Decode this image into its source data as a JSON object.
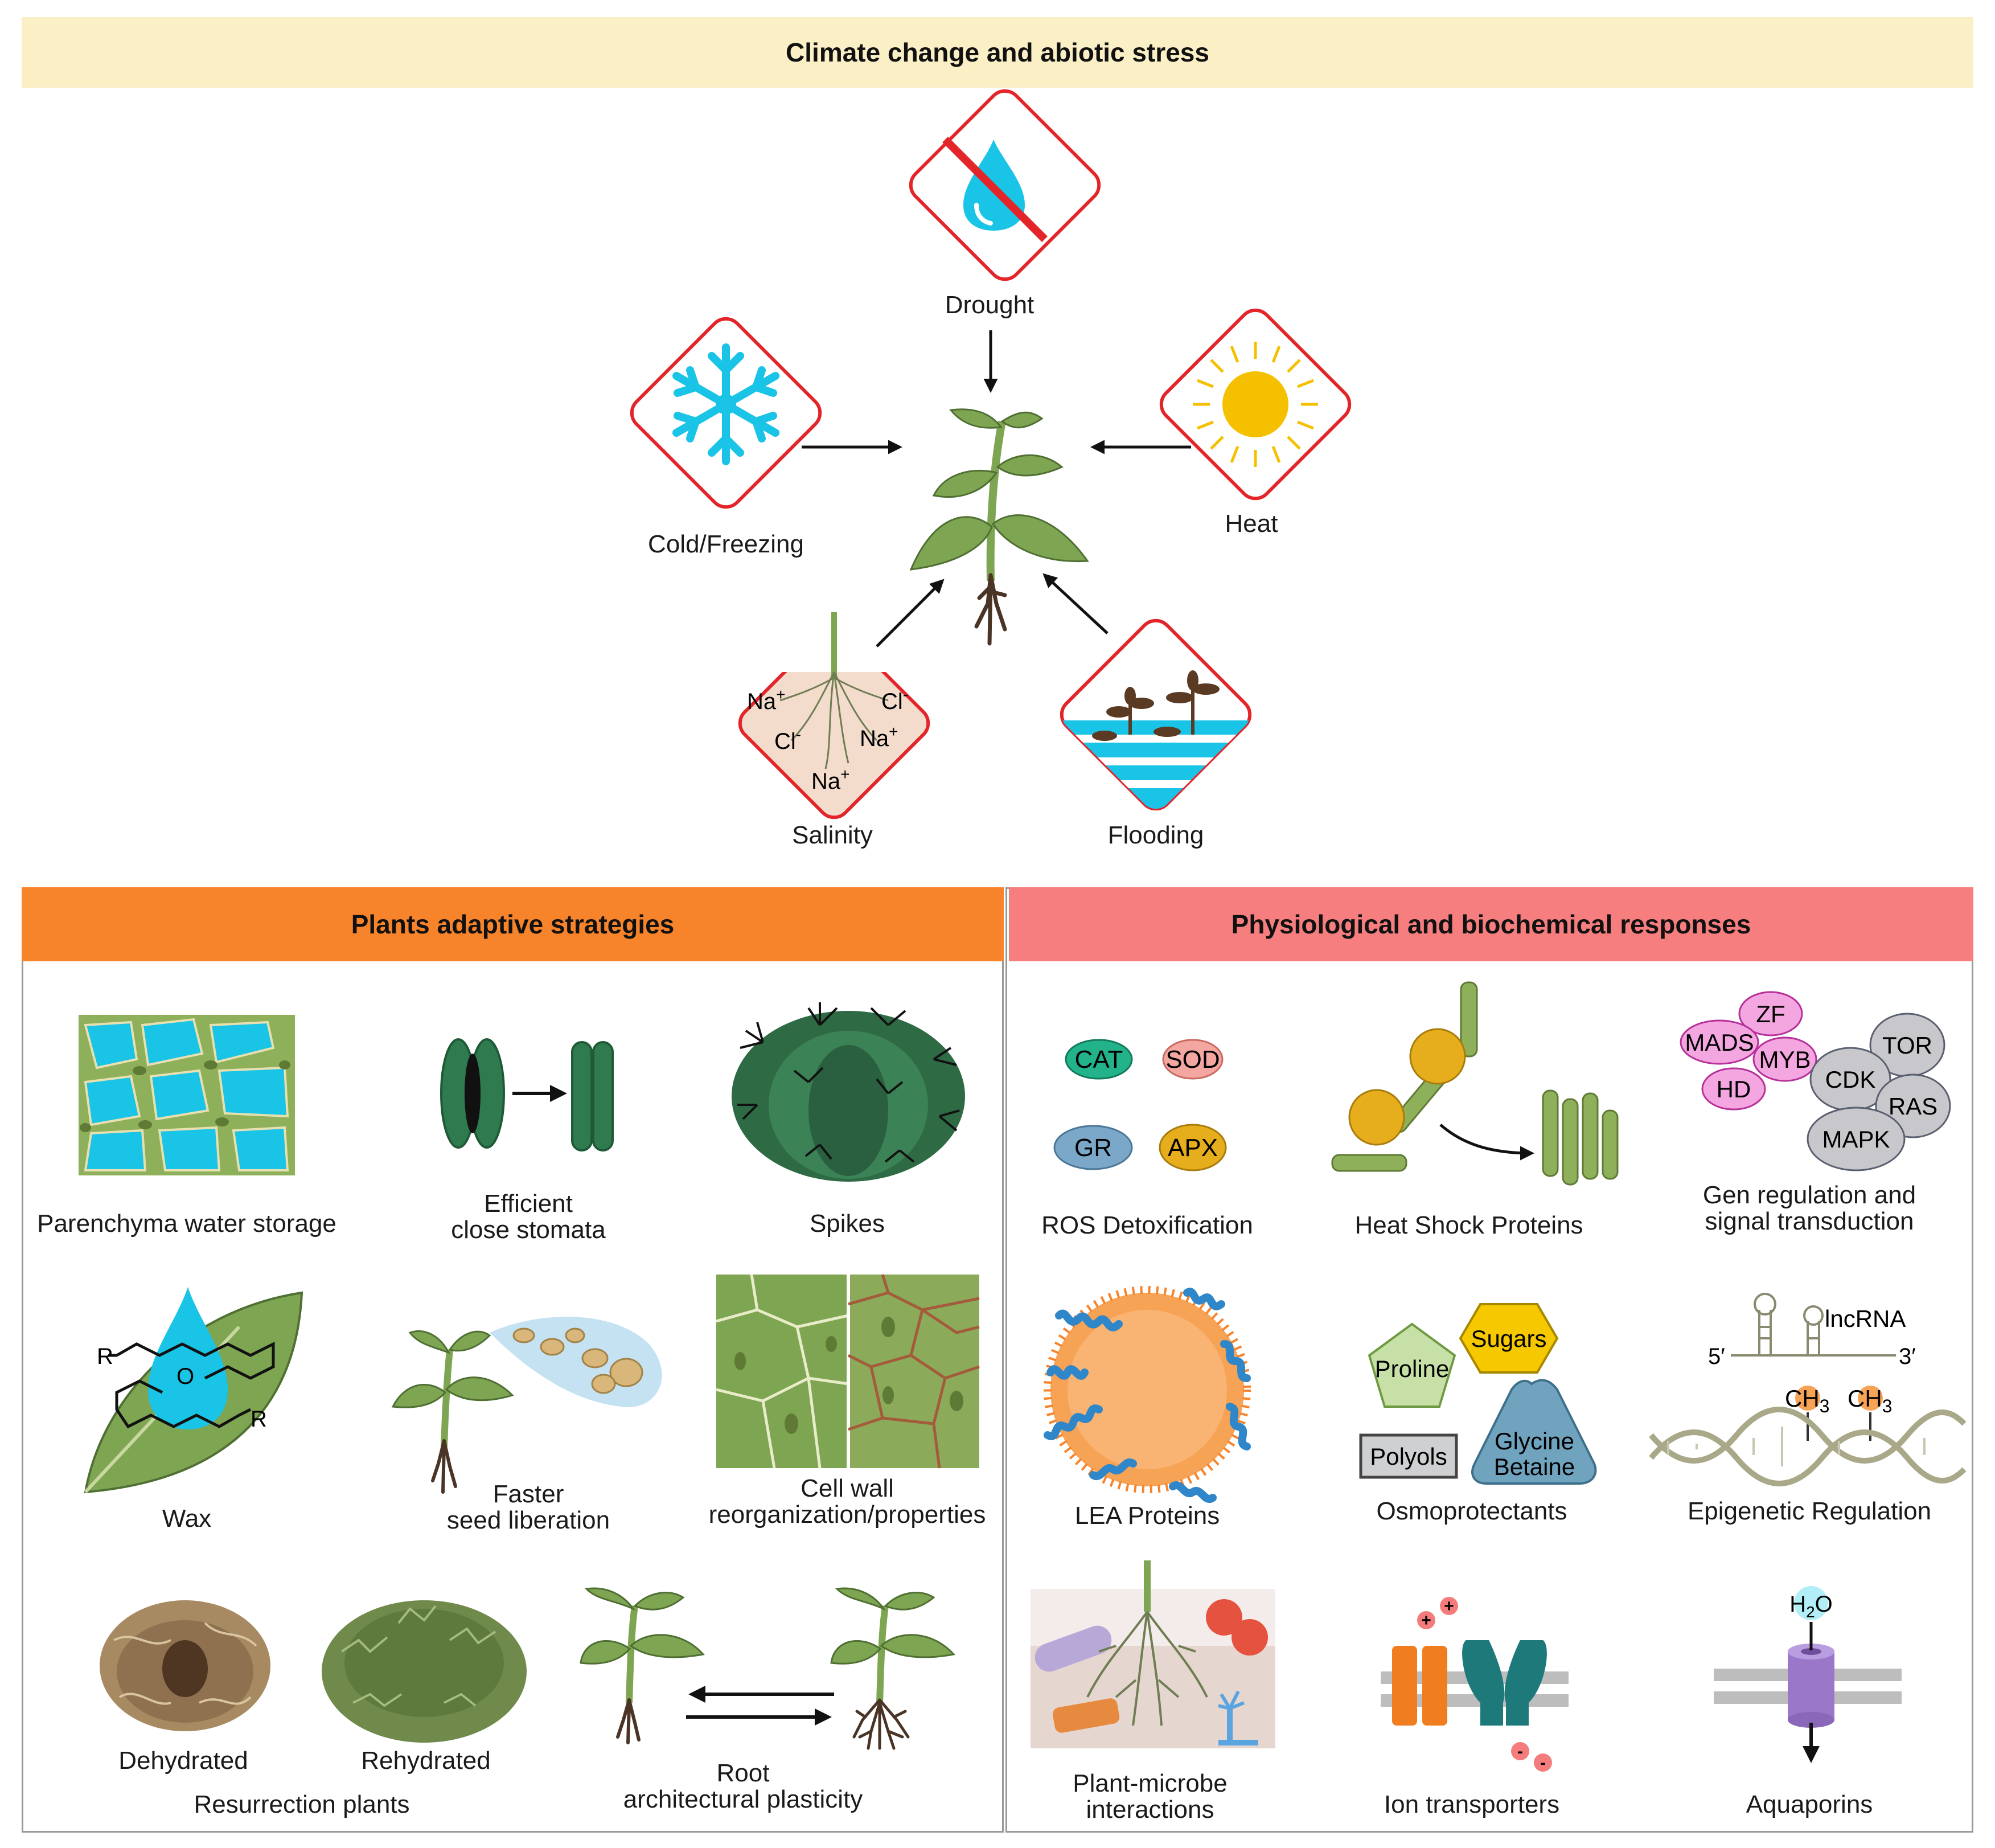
{
  "header": {
    "title": "Climate change and abiotic stress"
  },
  "stresses": {
    "drought": "Drought",
    "cold": "Cold/Freezing",
    "heat": "Heat",
    "salinity": "Salinity",
    "flooding": "Flooding",
    "ions": {
      "na1": "Na",
      "cl1": "Cl",
      "cl2": "Cl",
      "na2": "Na",
      "na3": "Na",
      "plus": "+",
      "minus": "-"
    }
  },
  "left_panel": {
    "title": "Plants adaptive strategies",
    "items": {
      "parenchyma": "Parenchyma water storage",
      "stomata_line1": "Efficient",
      "stomata_line2": "close stomata",
      "spikes": "Spikes",
      "wax": "Wax",
      "seed_line1": "Faster",
      "seed_line2": "seed liberation",
      "cellwall_line1": "Cell wall",
      "cellwall_line2": "reorganization/properties",
      "dehydrated": "Dehydrated",
      "rehydrated": "Rehydrated",
      "resurrection": "Resurrection plants",
      "root_line1": "Root",
      "root_line2": "architectural plasticity",
      "wax_r": "R",
      "wax_o": "O"
    }
  },
  "right_panel": {
    "title": "Physiological and biochemical responses",
    "items": {
      "ros": "ROS Detoxification",
      "ros_enzymes": {
        "cat": "CAT",
        "sod": "SOD",
        "gr": "GR",
        "apx": "APX"
      },
      "hsp": "Heat Shock Proteins",
      "gene_line1": "Gen regulation and",
      "gene_line2": "signal transduction",
      "gene_factors": {
        "zf": "ZF",
        "mads": "MADS",
        "myb": "MYB",
        "hd": "HD",
        "tor": "TOR",
        "cdk": "CDK",
        "ras": "RAS",
        "mapk": "MAPK"
      },
      "lea": "LEA Proteins",
      "osmo": "Osmoprotectants",
      "osmo_items": {
        "proline": "Proline",
        "sugars": "Sugars",
        "polyols": "Polyols",
        "glycine": "Glycine",
        "betaine": "Betaine"
      },
      "epigenetic": "Epigenetic Regulation",
      "epi_labels": {
        "lncrna": "lncRNA",
        "five": "5′",
        "three": "3′",
        "ch": "CH",
        "sub": "3"
      },
      "microbe_line1": "Plant-microbe",
      "microbe_line2": "interactions",
      "ion": "Ion transporters",
      "aquaporins": "Aquaporins",
      "water": {
        "h": "H",
        "sub": "2",
        "o": "O"
      }
    }
  },
  "colors": {
    "header_bg": "#fbefc6",
    "left_header_bg": "#f7832a",
    "right_header_bg": "#f77e7e",
    "warning_red": "#e3252a",
    "leaf_green": "#7ea552",
    "water_cyan": "#19c4e6"
  }
}
